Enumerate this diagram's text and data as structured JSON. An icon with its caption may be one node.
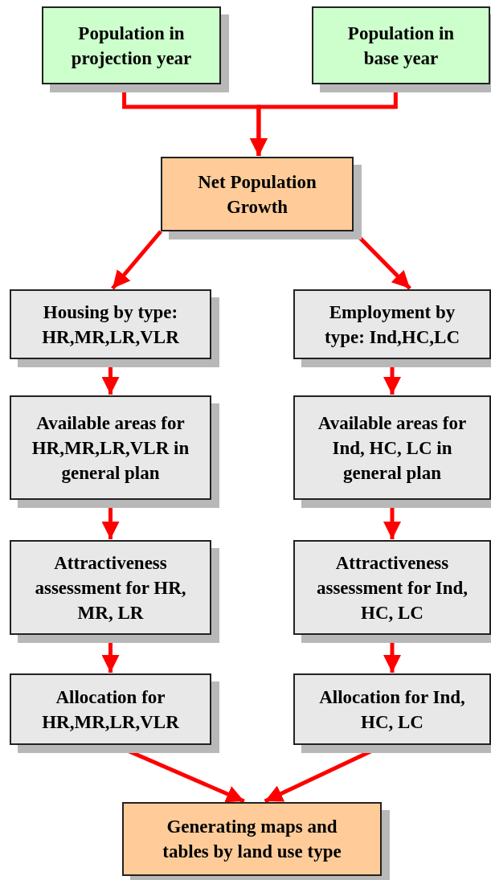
{
  "diagram": {
    "nodes": [
      {
        "text": [
          "Population in projection year"
        ]
      },
      {
        "text": [
          "Population in base year"
        ]
      },
      {
        "text": [
          "Net Population Growth"
        ]
      },
      {
        "text": [
          "Housing by type: HR,MR,LR,VLR"
        ]
      },
      {
        "text": [
          "Employment by type: Ind,HC,LC"
        ]
      },
      {
        "text": [
          "Available areas for HR,MR,LR,VLR in general plan"
        ]
      },
      {
        "text": [
          "Available areas for Ind, HC, LC in general plan"
        ]
      },
      {
        "text": [
          "Attractiveness assessment for HR, MR, LR"
        ]
      },
      {
        "text": [
          "Attractiveness assessment for Ind, HC, LC"
        ]
      },
      {
        "text": [
          "Allocation for HR,MR,LR,VLR"
        ]
      },
      {
        "text": [
          "Allocation for Ind, HC, LC"
        ]
      },
      {
        "text": [
          "Generating maps and tables by land use type"
        ]
      }
    ],
    "edges": [
      {
        "from": 0,
        "to": 2,
        "arrow": "to"
      },
      {
        "from": 1,
        "to": 2,
        "arrow": "to"
      },
      {
        "from": 2,
        "to": 3,
        "arrow": "to"
      },
      {
        "from": 2,
        "to": 4,
        "arrow": "to"
      },
      {
        "from": 3,
        "to": 5,
        "arrow": "to"
      },
      {
        "from": 5,
        "to": 7,
        "arrow": "to"
      },
      {
        "from": 7,
        "to": 9,
        "arrow": "to"
      },
      {
        "from": 4,
        "to": 6,
        "arrow": "to"
      },
      {
        "from": 6,
        "to": 8,
        "arrow": "to"
      },
      {
        "from": 8,
        "to": 10,
        "arrow": "to"
      },
      {
        "from": 9,
        "to": 11,
        "arrow": "to"
      },
      {
        "from": 10,
        "to": 11,
        "arrow": "to"
      }
    ]
  }
}
